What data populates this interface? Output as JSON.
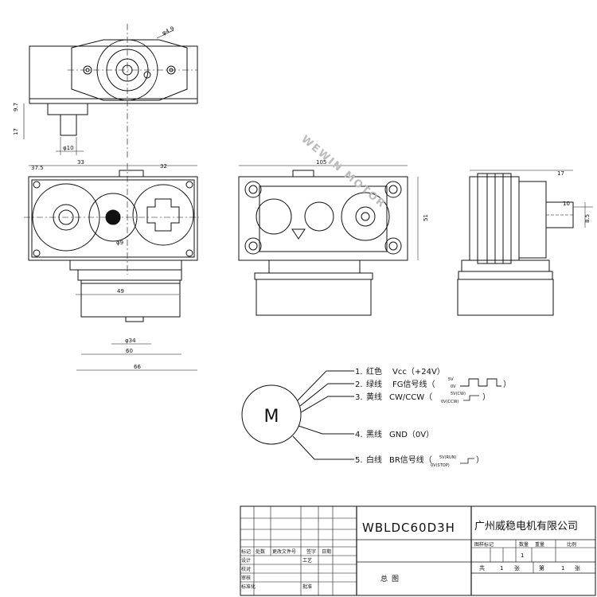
{
  "watermark": "WEWIN MOTOR",
  "top_view": {
    "dims": {
      "bore_dia": "φ4.9",
      "h1": "9.7",
      "h2": "17",
      "shaft_dia": "φ10"
    }
  },
  "front_view": {
    "dims": {
      "left_off": "37.5",
      "span_a": "33",
      "span_b": "32",
      "hole": "φ9",
      "inner": "49",
      "cap_dia": "φ34",
      "width_60": "60",
      "width_66": "66"
    }
  },
  "back_view": {
    "dims": {
      "width": "105",
      "height": "51"
    }
  },
  "side_view": {
    "dims": {
      "d1": "17",
      "d2": "10",
      "d3": "8.5"
    }
  },
  "motor": {
    "label": "M",
    "wires": [
      {
        "num": "1.",
        "color": "红色",
        "signal": "Vcc（+24V）",
        "levels": []
      },
      {
        "num": "2.",
        "color": "绿线",
        "signal": "FG信号线（",
        "levels": [
          "5V",
          "0V"
        ]
      },
      {
        "num": "3.",
        "color": "黄线",
        "signal": "CW/CCW（",
        "levels": [
          "5V(CW)",
          "0V(CCW)"
        ]
      },
      {
        "num": "4.",
        "color": "黑线",
        "signal": "GND（0V）",
        "levels": []
      },
      {
        "num": "5.",
        "color": "白线",
        "signal": "BR信号线（",
        "levels": [
          "5V(RUN)",
          "0V(STOP)"
        ]
      }
    ]
  },
  "title_block": {
    "model": "WBLDC60D3H",
    "company": "广州威稳电机有限公司",
    "header_labels": [
      "图样标记",
      "数量",
      "重量",
      "比例"
    ],
    "quantity": "1",
    "sheet_info": {
      "total_label": "共",
      "total": "1",
      "sheet_unit": "张",
      "current_label": "第",
      "current": "1",
      "sheet_unit2": "张"
    },
    "drawing_name": "总图",
    "row_labels": [
      "标记",
      "处数",
      "更改文件号",
      "签字",
      "日期"
    ],
    "roles": [
      "设计",
      "校对",
      "审核",
      "标准化"
    ],
    "signature_labels": [
      "签字",
      "日期"
    ],
    "process_label": "工艺",
    "approve_label": "批准"
  }
}
